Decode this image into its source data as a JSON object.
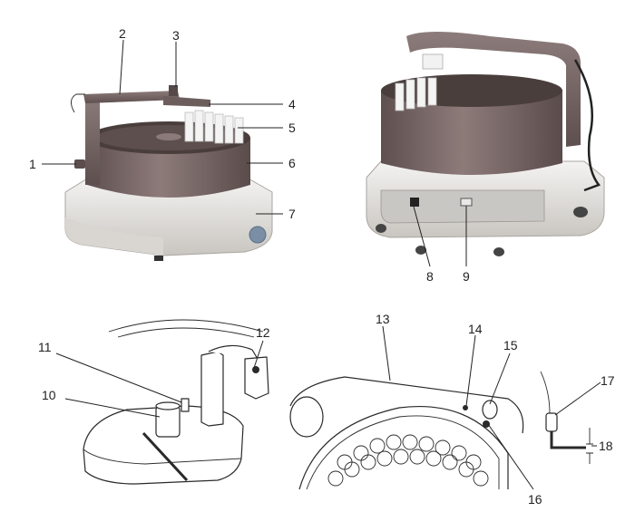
{
  "figure": {
    "callouts": [
      {
        "id": "c1",
        "label": "1"
      },
      {
        "id": "c2",
        "label": "2"
      },
      {
        "id": "c3",
        "label": "3"
      },
      {
        "id": "c4",
        "label": "4"
      },
      {
        "id": "c5",
        "label": "5"
      },
      {
        "id": "c6",
        "label": "6"
      },
      {
        "id": "c7",
        "label": "7"
      },
      {
        "id": "c8",
        "label": "8"
      },
      {
        "id": "c9",
        "label": "9"
      },
      {
        "id": "c10",
        "label": "10"
      },
      {
        "id": "c11",
        "label": "11"
      },
      {
        "id": "c12",
        "label": "12"
      },
      {
        "id": "c13",
        "label": "13"
      },
      {
        "id": "c14",
        "label": "14"
      },
      {
        "id": "c15",
        "label": "15"
      },
      {
        "id": "c16",
        "label": "16"
      },
      {
        "id": "c17",
        "label": "17"
      },
      {
        "id": "c18",
        "label": "18"
      }
    ],
    "colors": {
      "arm_gray": "#7a6a6a",
      "drum_brown": "#7c6b6a",
      "base_white": "#ecebe8",
      "base_shadow": "#bdbab5",
      "line_ink": "#2a2a2a"
    }
  }
}
